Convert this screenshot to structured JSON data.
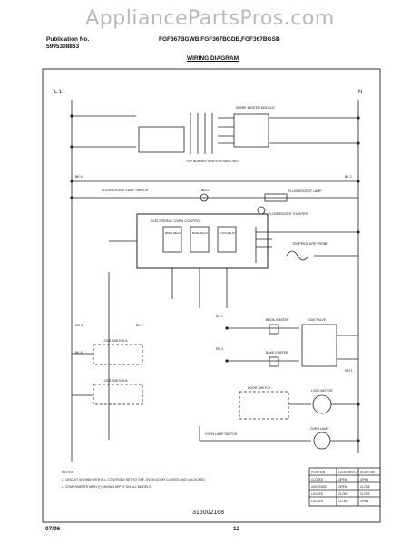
{
  "watermark": "AppliancePartsPros.com",
  "header": {
    "pub_label": "Publication No.",
    "pub_number": "5995308863",
    "models": "FGF367BGWB,FGF367BGDB,FGF367BGSB",
    "title": "WIRING DIAGRAM"
  },
  "diagram": {
    "line_l1": "L 1",
    "line_n": "N",
    "ivr_module": "SPARK IGNITER MODULE",
    "top_burner_switches": "TOP BURNER IGNITION SWITCHES",
    "oven_control": "ELECTRONIC OVEN CONTROL",
    "temp_sensor": "TEMPERATURE PROBE",
    "fluor_lamp": "FLUORESCENT LAMP",
    "fluor_starter": "FLUORESCENT STARTER",
    "bell": "BELL",
    "broil_igniter": "BROIL IGNITER",
    "bake_igniter": "BAKE IGNITER",
    "gas_valve": "GAS VALVE",
    "lock_switch_a": "LOCK SWITCH A",
    "lock_switch_b": "LOCK SWITCH B",
    "door_switch": "DOOR SWITCH",
    "lock_motor": "LOCK MOTOR",
    "oven_lamp": "OVEN LAMP",
    "oven_lamp_switch": "OVEN LAMP SWITCH",
    "fl_lamp_switch": "FLUORESCENT LAMP SWITCH",
    "relays": [
      "BROIL RELAY",
      "BAKE RELAY",
      "LOCK RELAY"
    ],
    "wire_codes": [
      "BK 6",
      "BK 8",
      "BK 9",
      "BK 2",
      "RD 4",
      "BK 3",
      "RD 3",
      "WH 1"
    ],
    "notes_title": "NOTES:",
    "note_1": "1. CIRCUIT SHOWN WITH ALL CONTROLS SET TO OFF, OVEN DOOR CLOSED AND UNLOCKED",
    "note_2": "2. COMPONENTS WITH (*) SHOWN APPLY ON ALL MODELS.",
    "table_header": [
      "POSITION",
      "LOCK SWITCH",
      "DOOR SW"
    ],
    "table_rows": [
      [
        "CLOSED",
        "OPEN",
        "OPEN"
      ],
      [
        "UNLOCKED",
        "OPEN",
        "CLOSE"
      ],
      [
        "LOCKED",
        "CLOSE",
        "CLOSE"
      ],
      [
        "LOCKED",
        "CLOSE",
        "OPEN"
      ]
    ],
    "part_number": "316002168"
  },
  "footer": {
    "date": "07/96",
    "page": "12"
  }
}
